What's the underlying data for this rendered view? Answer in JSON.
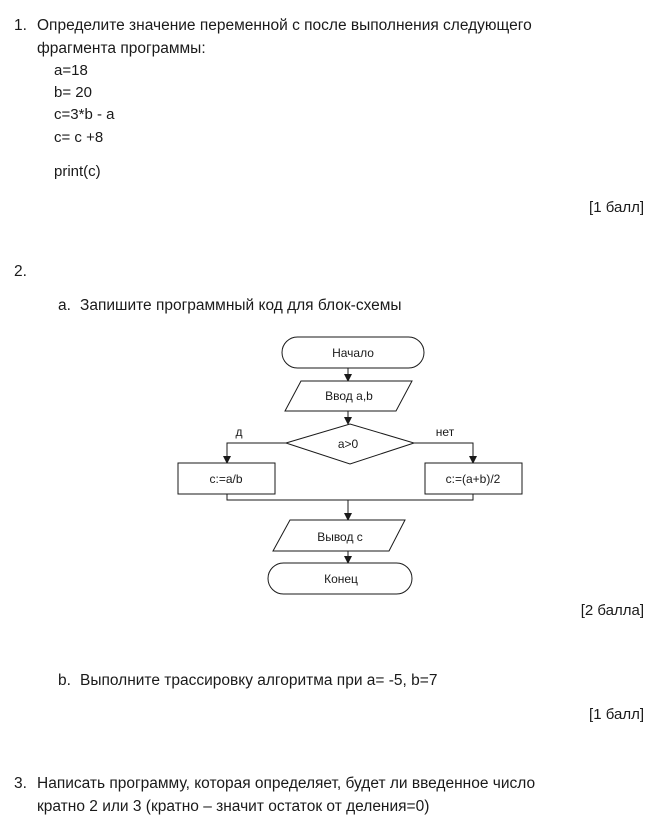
{
  "q1": {
    "number": "1.",
    "line1": "Определите значение переменной с после выполнения следующего",
    "line2": "фрагмента программы:",
    "code": [
      "a=18",
      "b= 20",
      "c=3*b - a",
      "c= c +8"
    ],
    "print": "print(c)",
    "points": "[1 балл]"
  },
  "q2": {
    "number": "2.",
    "a": {
      "marker": "a.",
      "text": "Запишите программный код для блок-схемы",
      "points": "[2 балла]"
    },
    "b": {
      "marker": "b.",
      "text": "Выполните трассировку алгоритма при a= -5, b=7",
      "points": "[1 балл]"
    }
  },
  "flowchart": {
    "start": "Начало",
    "input": "Ввод a,b",
    "condition": "a>0",
    "yes_label": "д",
    "no_label": "нет",
    "yes_action": "c:=a/b",
    "no_action": "c:=(a+b)/2",
    "output": "Вывод с",
    "end": "Конец"
  },
  "q3": {
    "number": "3.",
    "line1": "Написать программу, которая определяет, будет ли введенное число",
    "line2": "кратно 2 или 3 (кратно – значит остаток от деления=0)"
  }
}
